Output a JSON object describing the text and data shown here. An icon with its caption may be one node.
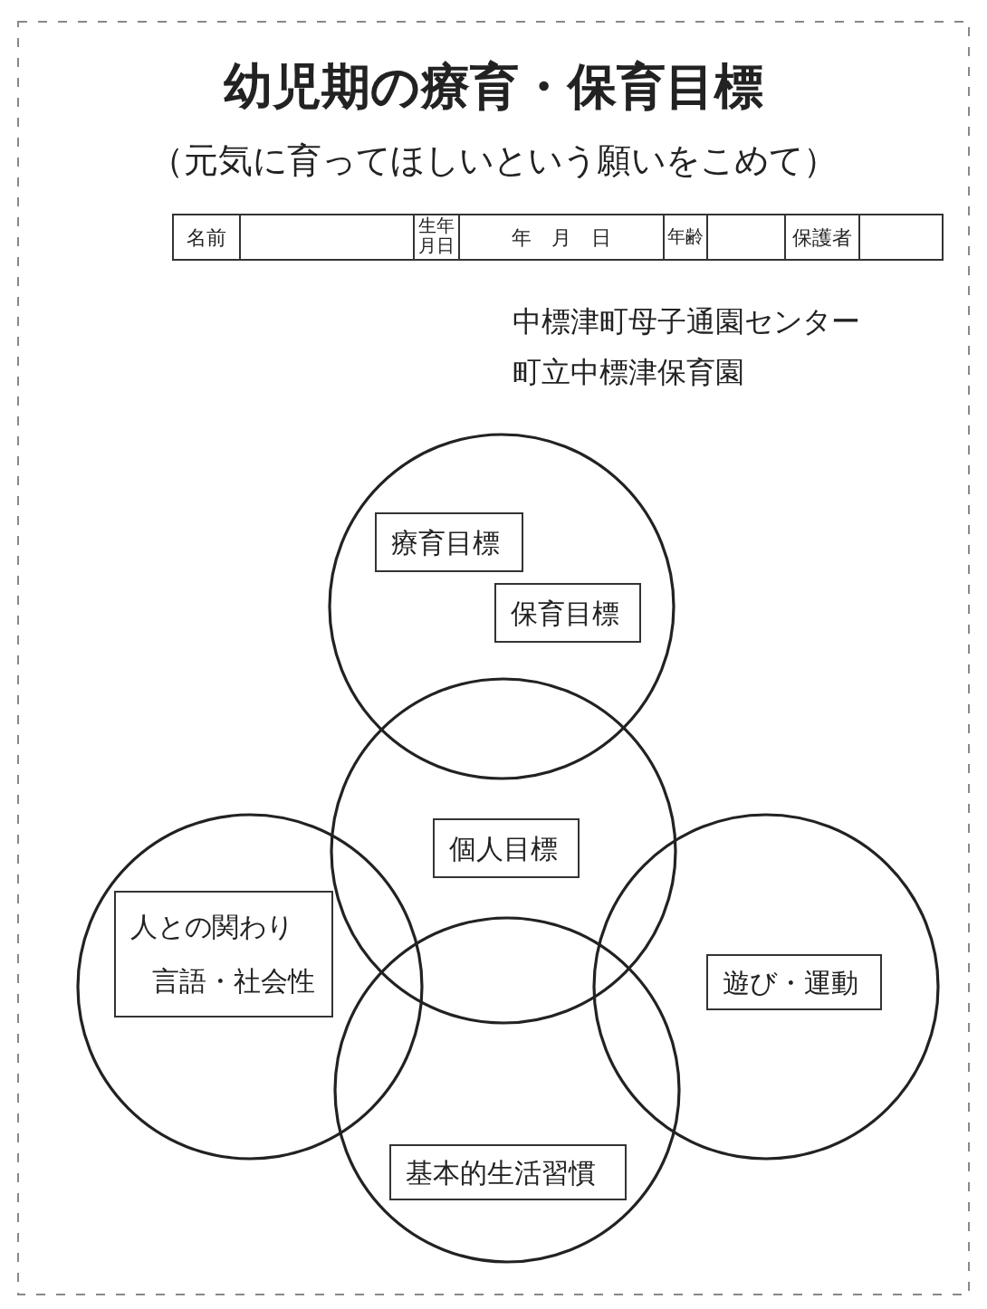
{
  "diagram": {
    "title": "幼児期の療育・保育目標",
    "nodes": [
      {
        "text": [],
        "shape": "circle"
      },
      {
        "text": [
          "療育目標"
        ],
        "in": 0
      },
      {
        "text": [
          "保育目標"
        ],
        "in": 0
      },
      {
        "text": [],
        "shape": "circle"
      },
      {
        "text": [
          "個人目標"
        ],
        "in": 3
      },
      {
        "text": [],
        "shape": "circle"
      },
      {
        "text": [
          "人との関わり",
          "言語・社会性"
        ],
        "in": 5
      },
      {
        "text": [],
        "shape": "circle"
      },
      {
        "text": [
          "遊び・運動"
        ],
        "in": 7
      },
      {
        "text": [],
        "shape": "circle"
      },
      {
        "text": [
          "基本的生活習慣"
        ],
        "in": 9
      }
    ],
    "labels": [
      "（元気に育ってほしいという願いをこめて）",
      "名前",
      "生年月日",
      "年　月　日",
      "年齢",
      "保護者",
      "中標津町母子通園センター",
      "町立中標津保育園"
    ]
  }
}
